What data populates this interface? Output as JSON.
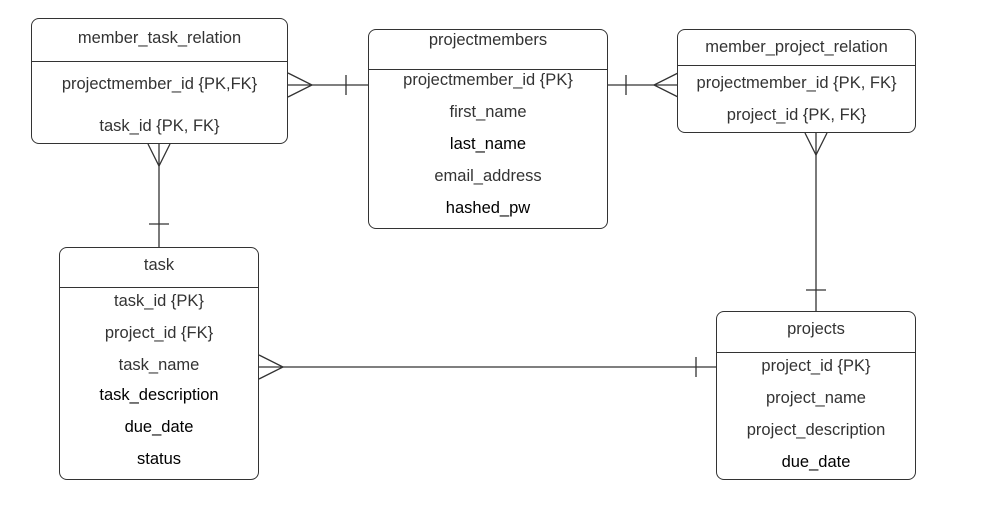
{
  "colors": {
    "line": "#333333",
    "background": "#ffffff",
    "text": "#333333"
  },
  "relationship_notation": "crow's foot",
  "entities": {
    "member_task_relation": {
      "title": "member_task_relation",
      "attributes": [
        "projectmember_id {PK,FK}",
        "task_id {PK, FK}"
      ]
    },
    "projectmembers": {
      "title": "projectmembers",
      "attributes": [
        "projectmember_id {PK}",
        "first_name",
        "last_name",
        "email_address",
        "hashed_pw"
      ]
    },
    "member_project_relation": {
      "title": "member_project_relation",
      "attributes": [
        "projectmember_id {PK, FK}",
        "project_id {PK, FK}"
      ]
    },
    "task": {
      "title": "task",
      "attributes": [
        "task_id {PK}",
        "project_id {FK}",
        "task_name",
        "task_description",
        "due_date",
        "status"
      ]
    },
    "projects": {
      "title": "projects",
      "attributes": [
        "project_id {PK}",
        "project_name",
        "project_description",
        "due_date"
      ]
    }
  },
  "relationships": [
    {
      "from": "projectmembers",
      "to": "member_task_relation",
      "from_end": "one",
      "to_end": "many"
    },
    {
      "from": "projectmembers",
      "to": "member_project_relation",
      "from_end": "one",
      "to_end": "many"
    },
    {
      "from": "task",
      "to": "member_task_relation",
      "from_end": "one",
      "to_end": "many"
    },
    {
      "from": "projects",
      "to": "member_project_relation",
      "from_end": "one",
      "to_end": "many"
    },
    {
      "from": "projects",
      "to": "task",
      "from_end": "one",
      "to_end": "many"
    }
  ]
}
